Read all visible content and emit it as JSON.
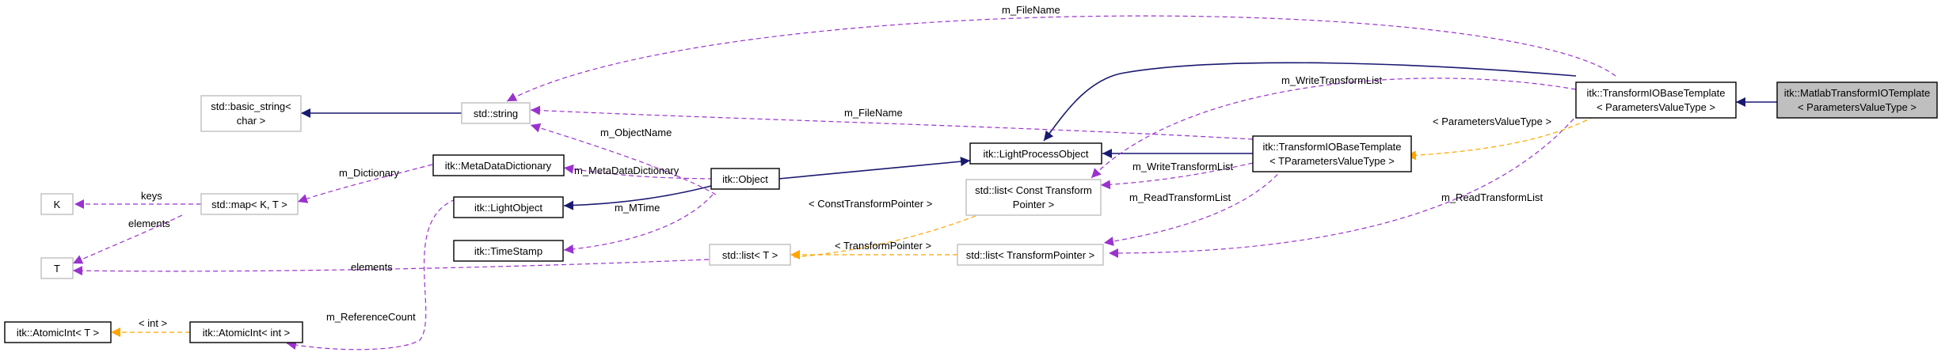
{
  "colors": {
    "inheritance": "#191970",
    "usage": "#9a32cd",
    "template": "#ffa500",
    "focus_fill": "#bfbfbf",
    "gray_border": "#bfbfbf"
  },
  "nodes": {
    "matlab": [
      "itk::MatlabTransformIOTemplate",
      "< ParametersValueType >"
    ],
    "base_pvt": [
      "itk::TransformIOBaseTemplate",
      "< ParametersValueType >"
    ],
    "base_tpvt": [
      "itk::TransformIOBaseTemplate",
      "< TParametersValueType >"
    ],
    "lpo": "itk::LightProcessObject",
    "object": "itk::Object",
    "lightobject": "itk::LightObject",
    "timestamp": "itk::TimeStamp",
    "metadict": "itk::MetaDataDictionary",
    "string": "std::string",
    "basic_string": [
      "std::basic_string<",
      "char >"
    ],
    "map": "std::map< K, T >",
    "K": "K",
    "T": "T",
    "list_const": [
      "std::list< Const Transform",
      "Pointer >"
    ],
    "list_tp": "std::list< TransformPointer >",
    "list_t": "std::list< T >",
    "atomic_int": "itk::AtomicInt< int >",
    "atomic_T": "itk::AtomicInt< T >"
  },
  "edge_labels": {
    "filename_top": "m_FileName",
    "filename_mid": "m_FileName",
    "write_list_top": "m_WriteTransformList",
    "write_list_mid": "m_WriteTransformList",
    "read_list_right": "m_ReadTransformList",
    "read_list_mid": "m_ReadTransformList",
    "pvt": "< ParametersValueType >",
    "object_name": "m_ObjectName",
    "meta_dict": "m_MetaDataDictionary",
    "dictionary": "m_Dictionary",
    "keys": "keys",
    "elements_map": "elements",
    "elements_list": "elements",
    "mtime": "m_MTime",
    "ref_count": "m_ReferenceCount",
    "const_tp": "< ConstTransformPointer >",
    "tp": "< TransformPointer >",
    "int_tpl": "< int >"
  }
}
